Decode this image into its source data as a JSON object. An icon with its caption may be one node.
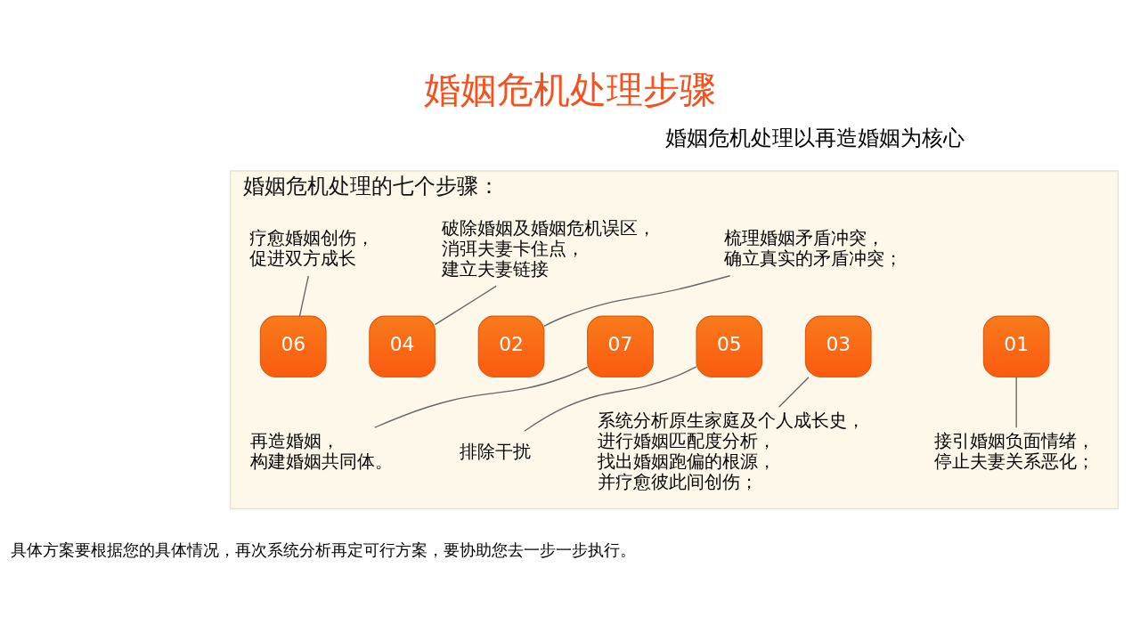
{
  "diagram": {
    "title": "婚姻危机处理步骤",
    "nodes": [
      {
        "text": [
          "婚姻危机处理的七个步骤："
        ]
      },
      {
        "text": [
          "01"
        ],
        "in": 0
      },
      {
        "text": [
          "02"
        ],
        "in": 0
      },
      {
        "text": [
          "03"
        ],
        "in": 0
      },
      {
        "text": [
          "04"
        ],
        "in": 0
      },
      {
        "text": [
          "05"
        ],
        "in": 0
      },
      {
        "text": [
          "06"
        ],
        "in": 0
      },
      {
        "text": [
          "07"
        ],
        "in": 0
      },
      {
        "text": [
          "接引婚姻负面情绪，停止夫妻关系恶化；"
        ],
        "in": 0
      },
      {
        "text": [
          "梳理婚姻矛盾冲突，确立真实的矛盾冲突；"
        ],
        "in": 0
      },
      {
        "text": [
          "系统分析原生家庭及个人成长史，进行婚姻匹配度分析，找出婚姻跑偏的根源，并疗愈彼此间创伤；"
        ],
        "in": 0
      },
      {
        "text": [
          "破除婚姻及婚姻危机误区，消弭夫妻卡住点，建立夫妻链接"
        ],
        "in": 0
      },
      {
        "text": [
          "排除干扰"
        ],
        "in": 0
      },
      {
        "text": [
          "疗愈婚姻创伤，促进双方成长"
        ],
        "in": 0
      },
      {
        "text": [
          "再造婚姻，构建婚姻共同体。"
        ],
        "in": 0
      }
    ],
    "edges": [
      {
        "from": 1,
        "to": 8,
        "arrow": "none"
      },
      {
        "from": 9,
        "to": 2,
        "arrow": "none"
      },
      {
        "from": 3,
        "to": 10,
        "arrow": "none"
      },
      {
        "from": 11,
        "to": 4,
        "arrow": "none"
      },
      {
        "from": 5,
        "to": 12,
        "arrow": "none"
      },
      {
        "from": 13,
        "to": 6,
        "arrow": "none"
      },
      {
        "from": 7,
        "to": 14,
        "arrow": "none"
      }
    ],
    "labels": [
      "婚姻危机处理以再造婚姻为核心",
      "具体方案要根据您的具体情况，再次系统分析再定可行方案，要协助您去一步一步执行。"
    ]
  }
}
